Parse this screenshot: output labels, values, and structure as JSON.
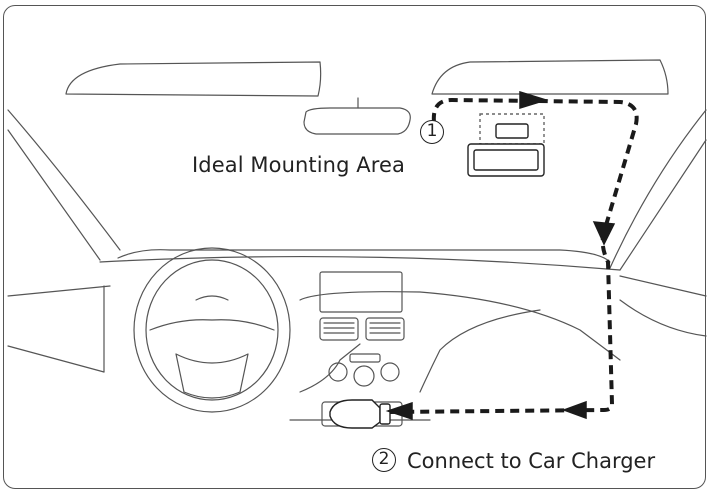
{
  "steps": [
    {
      "number": "1",
      "label": "Ideal Mounting Area"
    },
    {
      "number": "2",
      "label": "Connect to Car Charger"
    }
  ],
  "colors": {
    "line": "#444444",
    "route": "#1a1a1a",
    "text": "#222222"
  },
  "icons": [
    "dash-cam-icon",
    "car-charger-icon",
    "steering-wheel-icon",
    "rearview-mirror-icon"
  ]
}
